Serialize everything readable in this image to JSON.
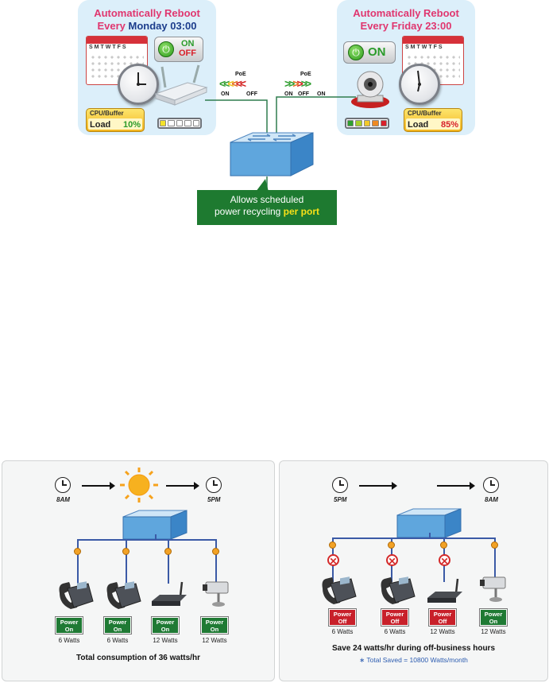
{
  "top": {
    "left_panel": {
      "title_line1": "Automatically Reboot",
      "title_prefix": "Every ",
      "title_day": "Monday",
      "title_time": " 03:00",
      "on_label": "ON",
      "off_label": "OFF",
      "cpu_label": "CPU/Buffer",
      "load_label": "Load",
      "load_value": "10%",
      "load_color": "#2a9b2a"
    },
    "right_panel": {
      "title_line1": "Automatically Reboot",
      "title_prefix": "Every ",
      "title_day": "Friday",
      "title_time": " 23:00",
      "on_label": "ON",
      "cpu_label": "CPU/Buffer",
      "load_label": "Load",
      "load_value": "85%",
      "load_color": "#d8202a"
    },
    "calendar_days": "SMTWTFS",
    "poe_left": {
      "title": "PoE",
      "on": "ON",
      "off": "OFF"
    },
    "poe_right": {
      "title": "PoE",
      "on1": "ON",
      "off": "OFF",
      "on2": "ON"
    },
    "note_line1": "Allows scheduled",
    "note_line2": "power recycling ",
    "note_highlight": "per port"
  },
  "bottom": {
    "day": {
      "start_time": "8AM",
      "end_time": "5PM",
      "icon": "sun-icon",
      "devices": [
        {
          "type": "ip-phone",
          "state": "Power\nOn",
          "watts": "6 Watts"
        },
        {
          "type": "ip-phone",
          "state": "Power\nOn",
          "watts": "6 Watts"
        },
        {
          "type": "wireless-ap",
          "state": "Power\nOn",
          "watts": "12 Watts"
        },
        {
          "type": "ip-camera",
          "state": "Power\nOn",
          "watts": "12 Watts"
        }
      ],
      "caption": "Total consumption of 36 watts/hr"
    },
    "night": {
      "start_time": "5PM",
      "end_time": "8AM",
      "icon": "moon-icon",
      "devices": [
        {
          "type": "ip-phone",
          "state": "Power\nOff",
          "watts": "6 Watts"
        },
        {
          "type": "ip-phone",
          "state": "Power\nOff",
          "watts": "6 Watts"
        },
        {
          "type": "wireless-ap",
          "state": "Power\nOff",
          "watts": "12 Watts"
        },
        {
          "type": "ip-camera",
          "state": "Power\nOn",
          "watts": "12 Watts"
        }
      ],
      "caption": "Save 24 watts/hr during off-business hours",
      "caption2": "∗ Total Saved = 10800 Watts/month"
    }
  }
}
